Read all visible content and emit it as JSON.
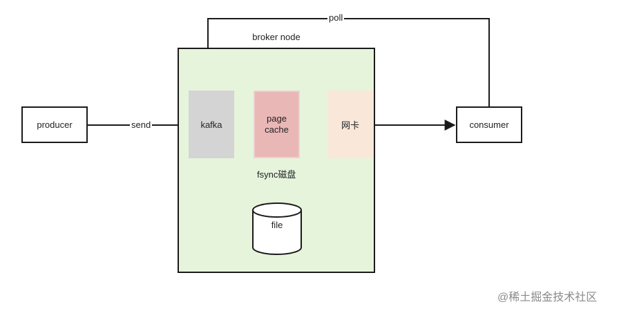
{
  "diagram": {
    "broker_label": "broker node",
    "nodes": {
      "producer": "producer",
      "consumer": "consumer",
      "kafka": "kafka",
      "page_cache_line1": "page",
      "page_cache_line2": "cache",
      "nic": "网卡",
      "file": "file"
    },
    "edges": {
      "send": "send",
      "poll": "poll",
      "fsync": "fsync磁盘"
    },
    "colors": {
      "broker_fill": "#e6f4dc",
      "kafka_fill": "#d4d4d4",
      "page_cache_fill": "#eab7b7",
      "nic_fill": "#f9e7da",
      "stroke": "#1a1a1a"
    }
  },
  "watermark": "@稀土掘金技术社区"
}
